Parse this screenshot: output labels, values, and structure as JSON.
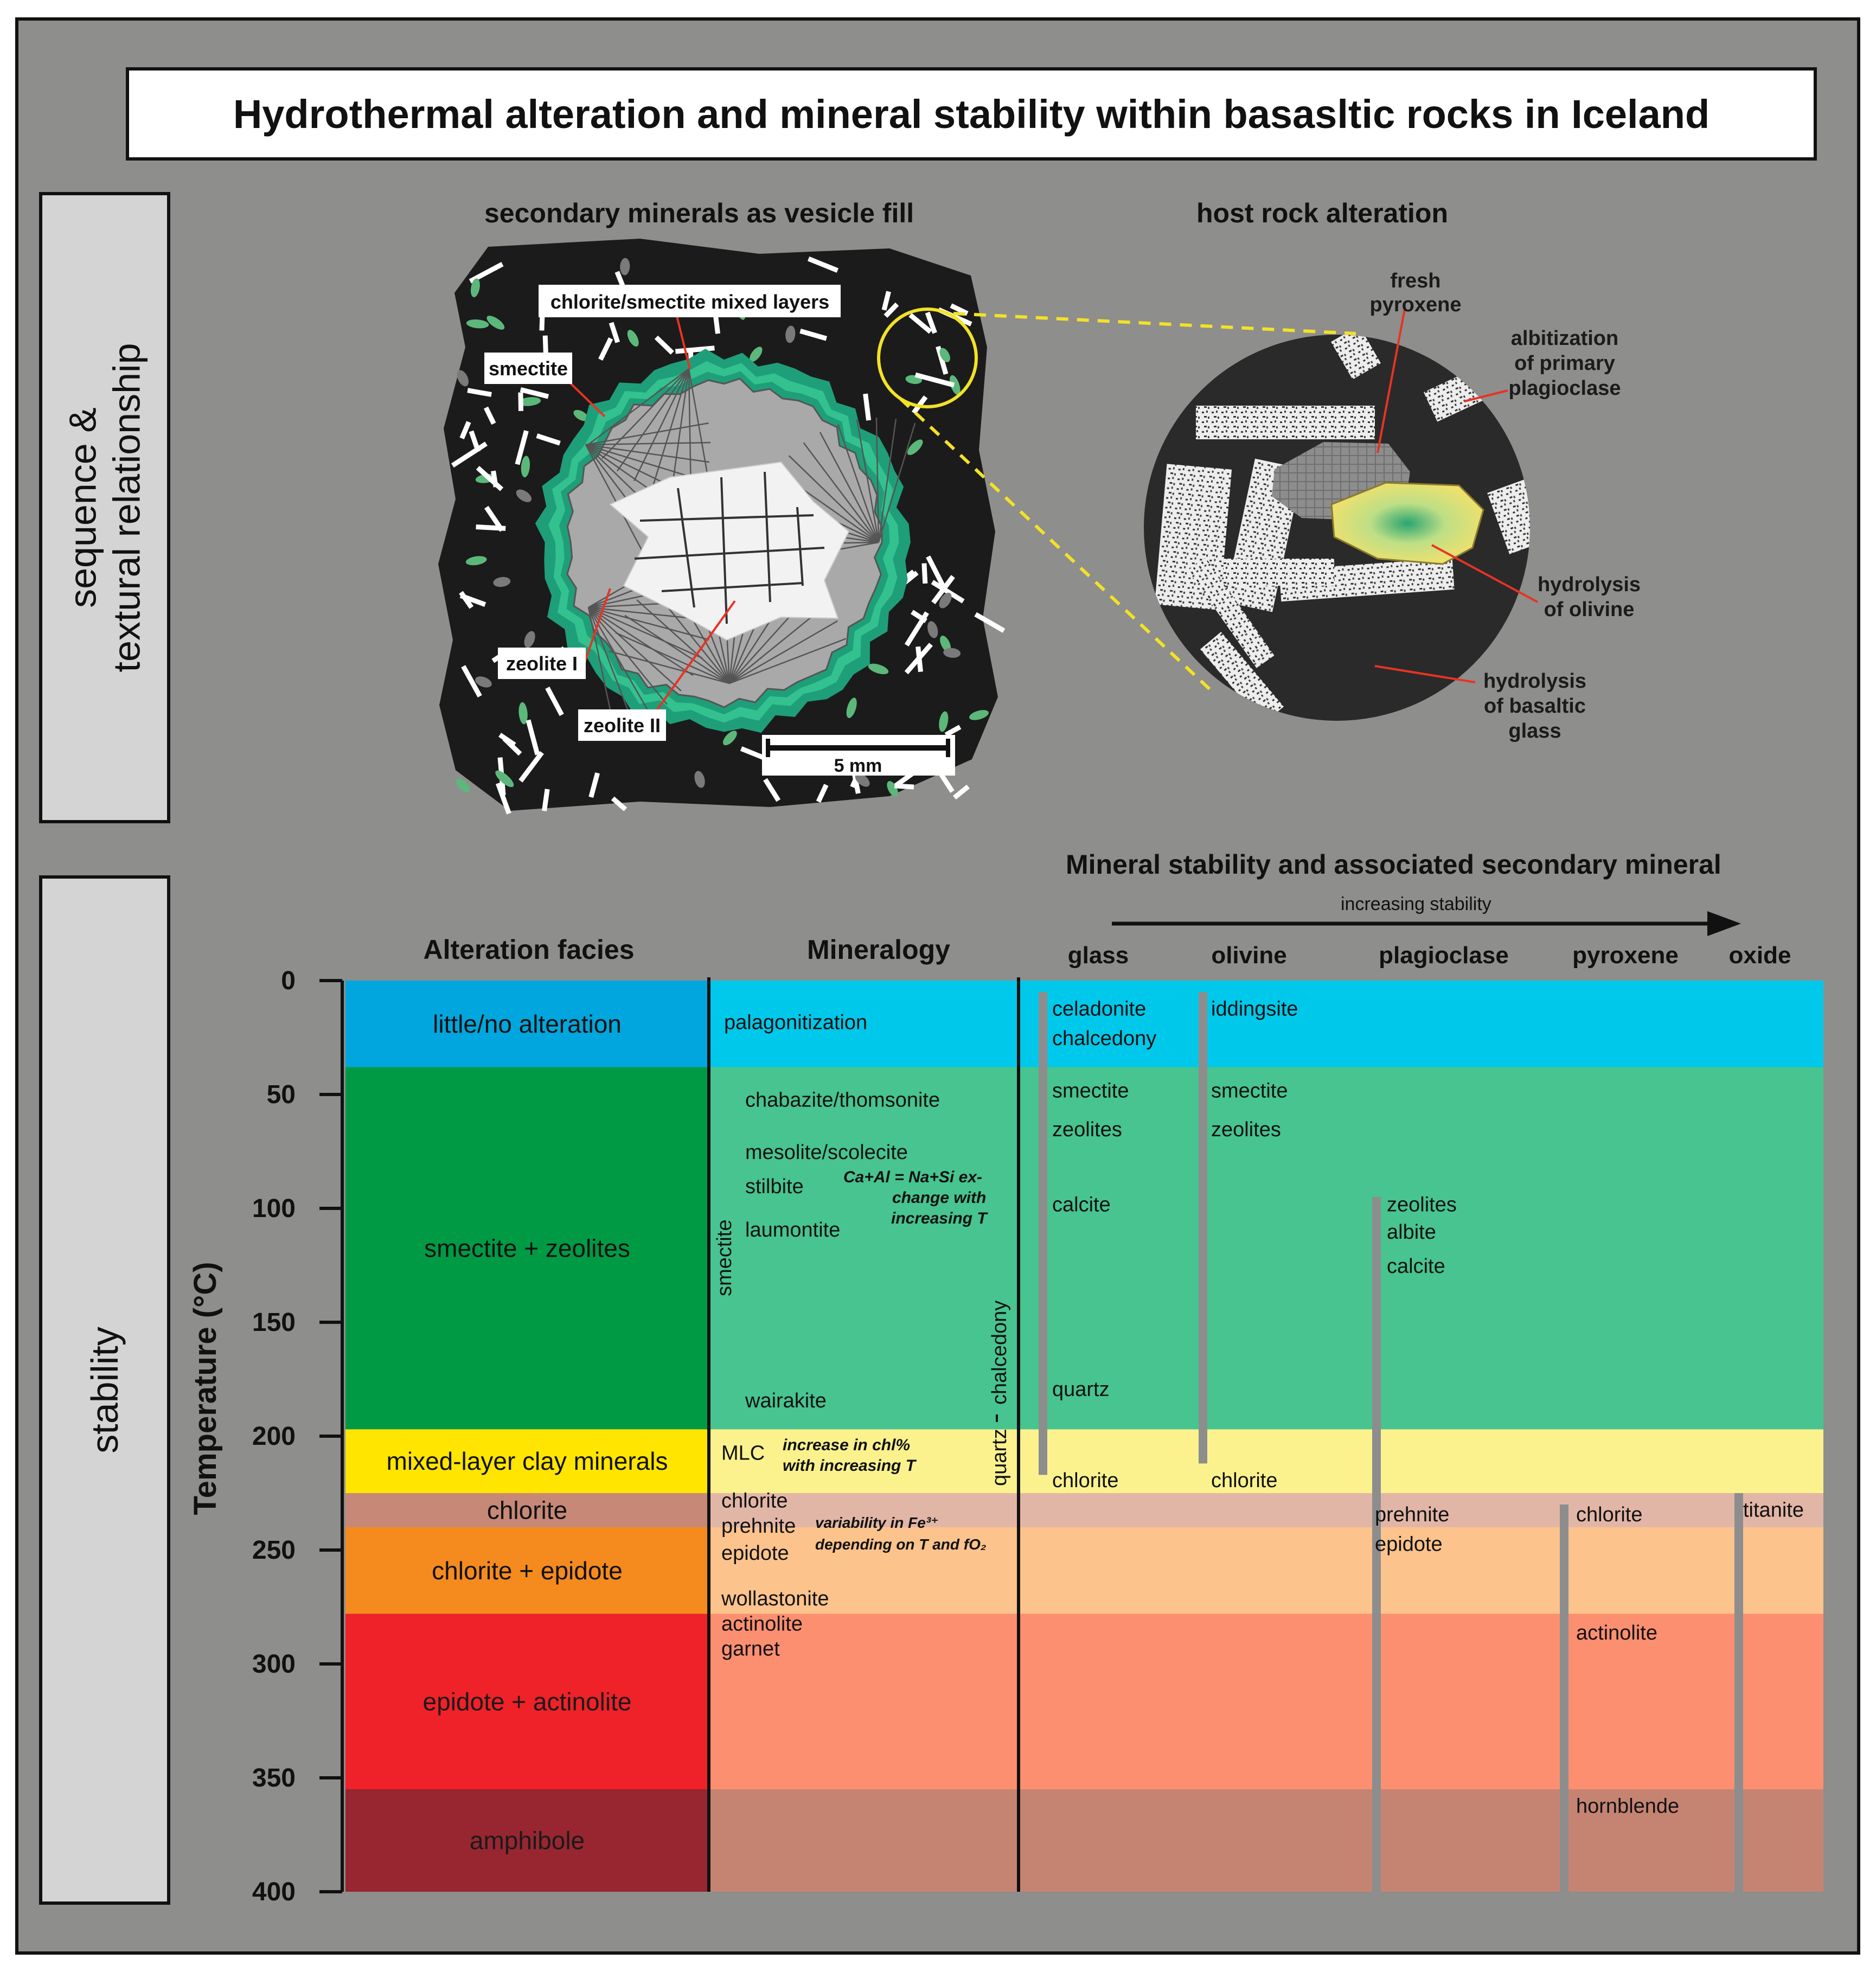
{
  "title": "Hydrothermal alteration and mineral stability within basasltic rocks in Iceland",
  "sections": {
    "sequence_label": [
      "sequence &",
      "textural relationship"
    ],
    "stability_label": "stability"
  },
  "vesicle_panel": {
    "heading": "secondary minerals as vesicle fill",
    "labels": [
      "chlorite/smectite mixed layers",
      "smectite",
      "zeolite I",
      "zeolite II"
    ],
    "scale_bar": "5 mm"
  },
  "host_rock_panel": {
    "heading": "host rock alteration",
    "labels": {
      "fresh_pyroxene": [
        "fresh",
        "pyroxene"
      ],
      "albitization": [
        "albitization",
        "of primary",
        "plagioclase"
      ],
      "hydrolysis_olivine": [
        "hydrolysis",
        "of olivine"
      ],
      "hydrolysis_glass": [
        "hydrolysis",
        "of basaltic",
        "glass"
      ]
    }
  },
  "stability_chart": {
    "heading": "Mineral stability and associated secondary mineral",
    "arrow_label": "increasing stability",
    "col_facies": "Alteration facies",
    "col_mineralogy": "Mineralogy",
    "primary_phases": [
      "glass",
      "olivine",
      "plagioclase",
      "pyroxene",
      "oxide"
    ],
    "y_axis_label": "Temperature (°C)",
    "y_ticks": [
      0,
      50,
      100,
      150,
      200,
      250,
      300,
      350,
      400
    ],
    "y_range": [
      0,
      400
    ],
    "zones": [
      {
        "facies": "little/no alteration",
        "from": 0,
        "to": 38,
        "facies_color": "#00a6dd",
        "zone_color": "#00c8ea"
      },
      {
        "facies": "smectite + zeolites",
        "from": 38,
        "to": 197,
        "facies_color": "#009a45",
        "zone_color": "#47c48f"
      },
      {
        "facies": "mixed-layer clay minerals",
        "from": 197,
        "to": 225,
        "facies_color": "#ffe500",
        "zone_color": "#fbf28e"
      },
      {
        "facies": "chlorite",
        "from": 225,
        "to": 240,
        "facies_color": "#c78877",
        "zone_color": "#e2b6a6"
      },
      {
        "facies": "chlorite + epidote",
        "from": 240,
        "to": 278,
        "facies_color": "#f58b1e",
        "zone_color": "#fcc38c"
      },
      {
        "facies": "epidote + actinolite",
        "from": 278,
        "to": 355,
        "facies_color": "#ef2129",
        "zone_color": "#fd8f71"
      },
      {
        "facies": "amphibole",
        "from": 355,
        "to": 400,
        "facies_color": "#982630",
        "zone_color": "#c58472"
      }
    ],
    "mineralogy_labels": [
      {
        "text": "palagonitization",
        "t": 18
      },
      {
        "text": "chabazite/thomsonite",
        "t": 52
      },
      {
        "text": "mesolite/scolecite",
        "t": 75
      },
      {
        "text": "stilbite",
        "t": 90
      },
      {
        "text": "laumontite",
        "t": 109
      },
      {
        "text": "wairakite",
        "t": 184
      },
      {
        "text": "MLC",
        "t": 207
      },
      {
        "text": "chlorite",
        "t": 228
      },
      {
        "text": "prehnite",
        "t": 239
      },
      {
        "text": "epidote",
        "t": 251
      },
      {
        "text": "wollastonite",
        "t": 271
      },
      {
        "text": "actinolite",
        "t": 282
      },
      {
        "text": "garnet",
        "t": 293
      }
    ],
    "mineralogy_notes": {
      "exchange": [
        "Ca+Al = Na+Si ex-",
        "change with",
        "increasing T"
      ],
      "chl": [
        "increase in chl%",
        "with increasing T"
      ],
      "fe": [
        "variability in Fe³⁺",
        "depending on T and fO₂"
      ]
    },
    "vertical_labels": {
      "smectite": "smectite",
      "chalcedony": "chalcedony",
      "quartz": "quartz"
    },
    "phase_labels": {
      "glass": [
        {
          "text": "celadonite",
          "t": 12
        },
        {
          "text": "chalcedony",
          "t": 25
        },
        {
          "text": "smectite",
          "t": 48
        },
        {
          "text": "zeolites",
          "t": 65
        },
        {
          "text": "calcite",
          "t": 98
        },
        {
          "text": "quartz",
          "t": 179
        },
        {
          "text": "chlorite",
          "t": 219
        }
      ],
      "olivine": [
        {
          "text": "iddingsite",
          "t": 12
        },
        {
          "text": "smectite",
          "t": 48
        },
        {
          "text": "zeolites",
          "t": 65
        },
        {
          "text": "chlorite",
          "t": 219
        }
      ],
      "plagioclase": [
        {
          "text": "zeolites",
          "t": 98
        },
        {
          "text": "albite",
          "t": 110
        },
        {
          "text": "calcite",
          "t": 125
        },
        {
          "text": "prehnite",
          "t": 234
        },
        {
          "text": "epidote",
          "t": 247
        }
      ],
      "pyroxene": [
        {
          "text": "chlorite",
          "t": 234
        },
        {
          "text": "actinolite",
          "t": 286
        },
        {
          "text": "hornblende",
          "t": 362
        }
      ],
      "oxide": [
        {
          "text": "titanite",
          "t": 232
        }
      ]
    },
    "stability_bars": [
      {
        "phase": "glass",
        "from": 5,
        "to": 217
      },
      {
        "phase": "olivine",
        "from": 5,
        "to": 212
      },
      {
        "phase": "plagioclase",
        "from": 95,
        "to": 400
      },
      {
        "phase": "pyroxene",
        "from": 230,
        "to": 400
      },
      {
        "phase": "oxide",
        "from": 225,
        "to": 400
      }
    ]
  }
}
